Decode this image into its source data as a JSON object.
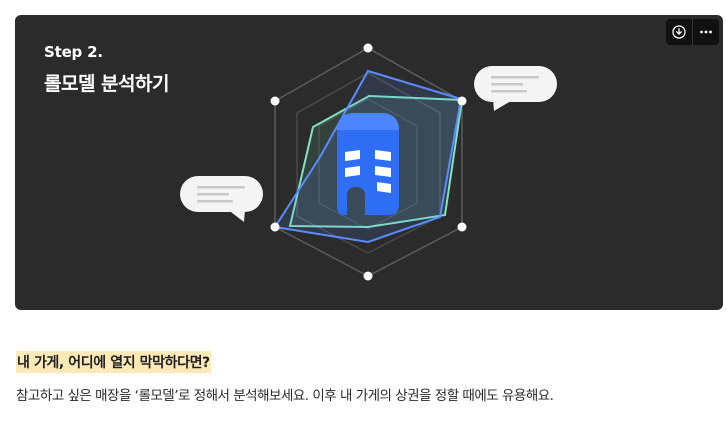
{
  "hero": {
    "step_label": "Step 2.",
    "title": "롤모델 분석하기",
    "colors": {
      "background": "#2b2b2b",
      "building": "#2e6ef5",
      "radar_green": "#7fe3c2",
      "radar_blue": "#5b8cff"
    },
    "icons": {
      "download": "download-circle-icon",
      "more": "more-horizontal-icon",
      "building": "building-icon",
      "speech": "speech-bubble-icon"
    }
  },
  "content": {
    "headline": "내 가게, 어디에 열지 막막하다면?",
    "description": "참고하고 싶은 매장을 ‘롤모델’로 정해서 분석해보세요. 이후 내 가게의 상권을 정할 때에도 유용해요."
  }
}
